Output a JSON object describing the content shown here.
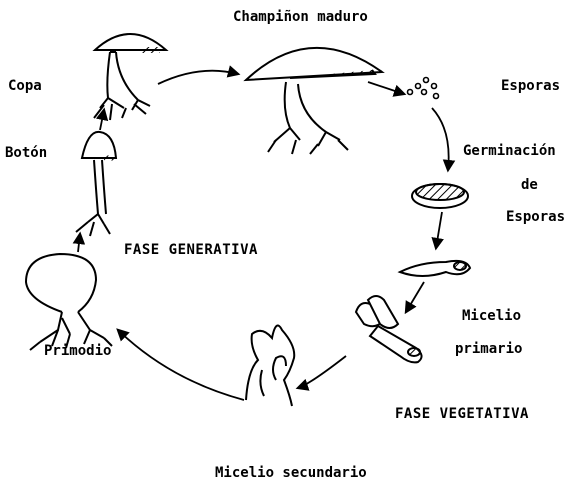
{
  "labels": {
    "mature": "Champiñon maduro",
    "copa": "Copa",
    "esporas": "Esporas",
    "boton": "Botón",
    "germ1": "Germinación",
    "germ2": "de",
    "germ3": "Esporas",
    "generativa": "FASE GENERATIVA",
    "primodio": "Primodio",
    "micelio1": "Micelio",
    "micelio2": "primario",
    "vegetativa": "FASE VEGETATIVA",
    "secundario": "Micelio secundario"
  }
}
